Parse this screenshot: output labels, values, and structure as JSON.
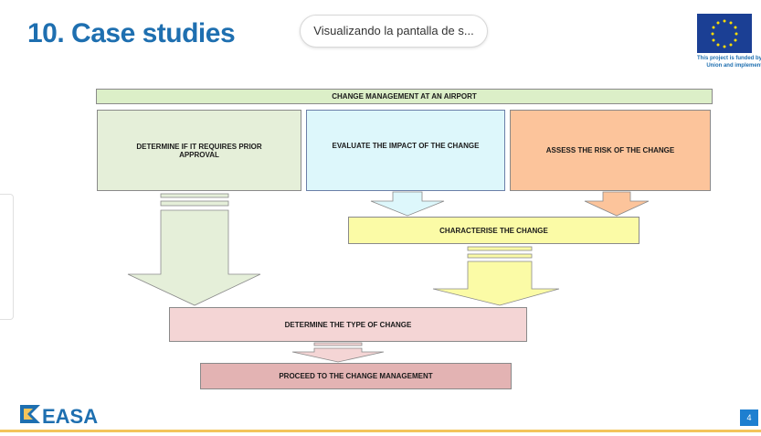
{
  "header": {
    "title": "10. Case studies",
    "share_indicator": "Visualizando la pantalla de s...",
    "eu_caption_line1": "This project is funded by the Euro",
    "eu_caption_line2": "Union and implemented by EA"
  },
  "diagram": {
    "top_banner": "CHANGE MANAGEMENT AT AN AIRPORT",
    "box_prior_approval_line1": "DETERMINE IF IT REQUIRES PRIOR",
    "box_prior_approval_line2": "APPROVAL",
    "box_evaluate": "EVALUATE THE IMPACT OF THE CHANGE",
    "box_assess": "ASSESS THE RISK OF THE CHANGE",
    "box_characterise": "CHARACTERISE THE CHANGE",
    "box_type": "DETERMINE THE TYPE OF CHANGE",
    "box_proceed": "PROCEED TO THE CHANGE MANAGEMENT"
  },
  "footer": {
    "logo_text": "EASA",
    "page_number": "4"
  },
  "colors": {
    "title_blue": "#1e6fb0",
    "green_fill": "#e5efd9",
    "blue_fill": "#ddf7fb",
    "orange_fill": "#fcc49b",
    "yellow_fill": "#fbfba6",
    "pink_fill": "#f4d5d5",
    "rose_fill": "#e3b3b3",
    "banner_fill": "#dcefc8"
  }
}
